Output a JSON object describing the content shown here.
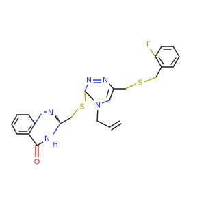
{
  "atoms": {
    "F": {
      "text": "F",
      "color": "#7fae3f"
    },
    "S1": {
      "text": "S",
      "color": "#b7a300"
    },
    "S2": {
      "text": "S",
      "color": "#b7a300"
    },
    "N1": {
      "text": "N",
      "color": "#2b3df0"
    },
    "N2": {
      "text": "N",
      "color": "#2b3df0"
    },
    "N3": {
      "text": "N",
      "color": "#2b3df0"
    },
    "N4": {
      "text": "N",
      "color": "#2b3df0"
    },
    "NH": {
      "text": "N",
      "color": "#2b3df0"
    },
    "H": {
      "text": "H",
      "color": "#2b3df0"
    },
    "O": {
      "text": "O",
      "color": "#e8231c"
    }
  }
}
